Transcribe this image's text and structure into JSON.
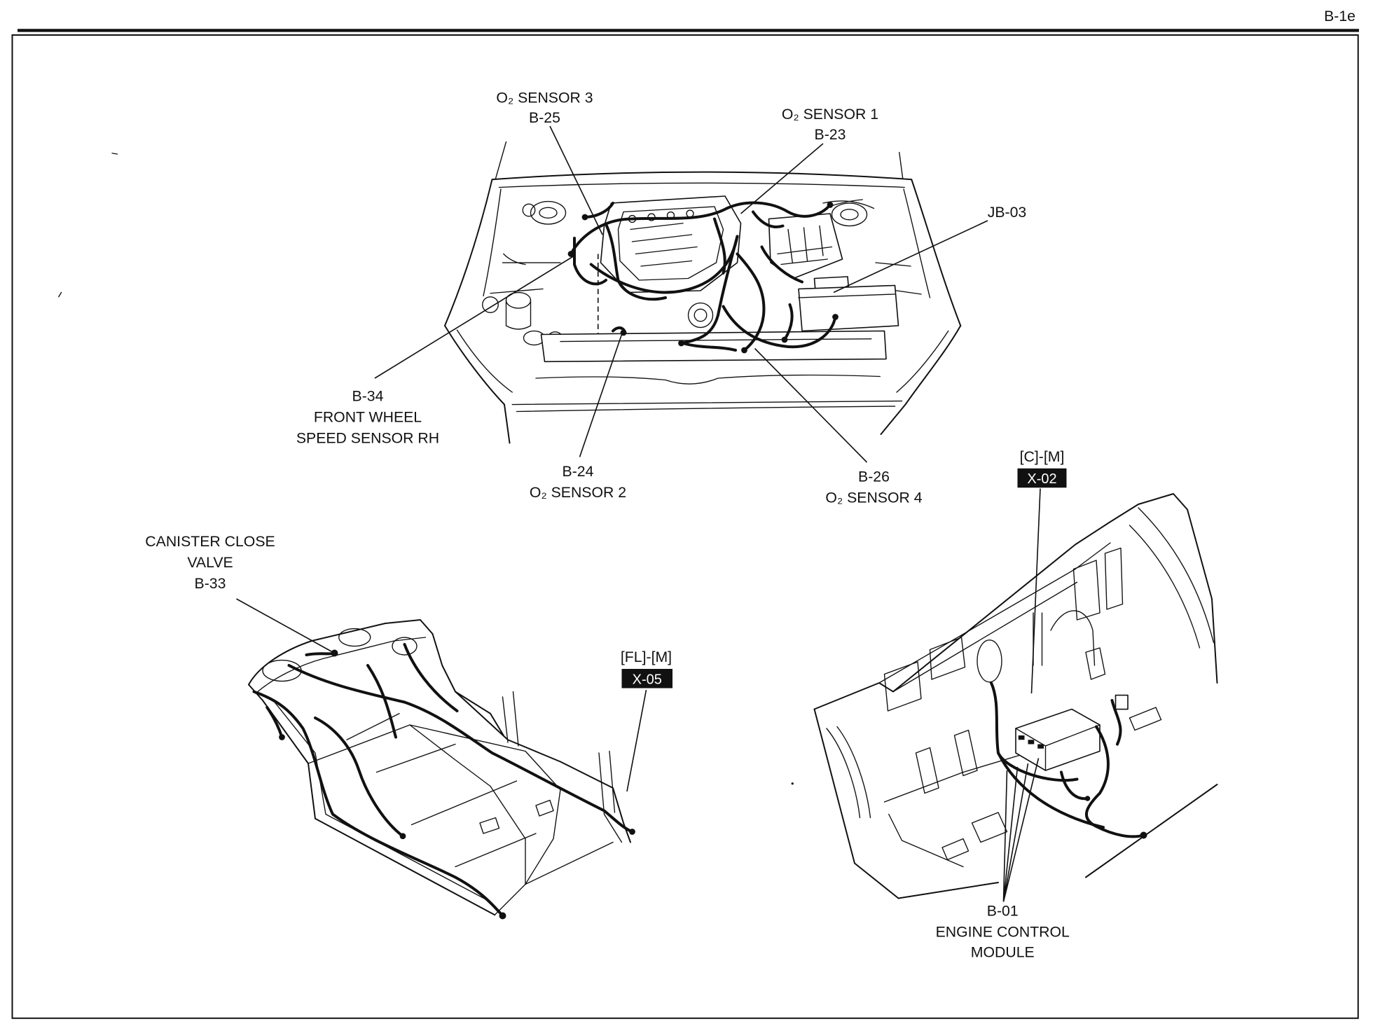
{
  "header": {
    "page_code": "B-1e"
  },
  "engine_compartment": {
    "o2_sensor_3": {
      "title": "O₂ SENSOR 3",
      "code": "B-25"
    },
    "o2_sensor_1": {
      "title": "O₂ SENSOR 1",
      "code": "B-23"
    },
    "junction_block": {
      "code": "JB-03"
    },
    "wheel_speed_sensor": {
      "code": "B-34",
      "line1": "FRONT WHEEL",
      "line2": "SPEED SENSOR RH"
    },
    "o2_sensor_2": {
      "code": "B-24",
      "title": "O₂ SENSOR 2"
    },
    "o2_sensor_4": {
      "code": "B-26",
      "title": "O₂ SENSOR 4"
    }
  },
  "floor_harness": {
    "canister_valve": {
      "line1": "CANISTER CLOSE",
      "line2": "VALVE",
      "code": "B-33"
    },
    "connector": {
      "location": "[FL]-[M]",
      "code": "X-05"
    }
  },
  "dash_harness": {
    "connector": {
      "location": "[C]-[M]",
      "code": "X-02"
    },
    "ecm": {
      "code": "B-01",
      "line1": "ENGINE CONTROL",
      "line2": "MODULE"
    }
  },
  "colors": {
    "ink": "#111111",
    "paper": "#ffffff",
    "tag_fill": "#111111",
    "tag_text": "#ffffff"
  }
}
